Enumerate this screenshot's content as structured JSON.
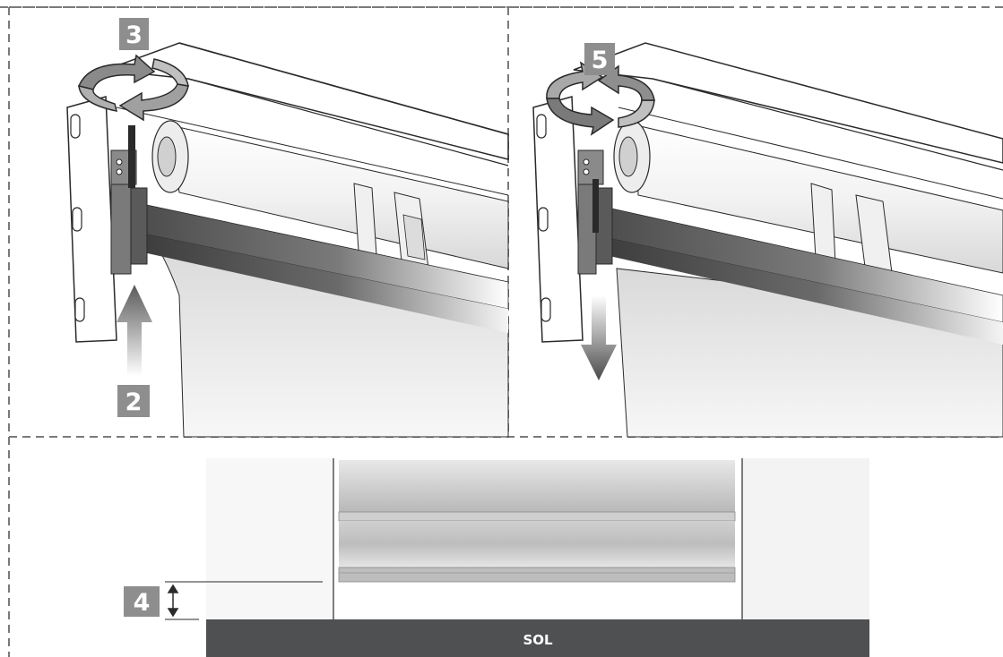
{
  "steps": {
    "step_2": "2",
    "step_3": "3",
    "step_4": "4",
    "step_5": "5"
  },
  "floor_label": "SOL",
  "colors": {
    "badge": "#8e8e8e",
    "floor": "#4f5051",
    "line": "#2a2a2a",
    "dashed": "#7a7a7a",
    "arrow_grey": "#5f5f5f"
  },
  "icons": [
    "rotate-arrows-icon",
    "up-arrow-icon",
    "down-arrow-icon",
    "double-arrow-icon"
  ]
}
